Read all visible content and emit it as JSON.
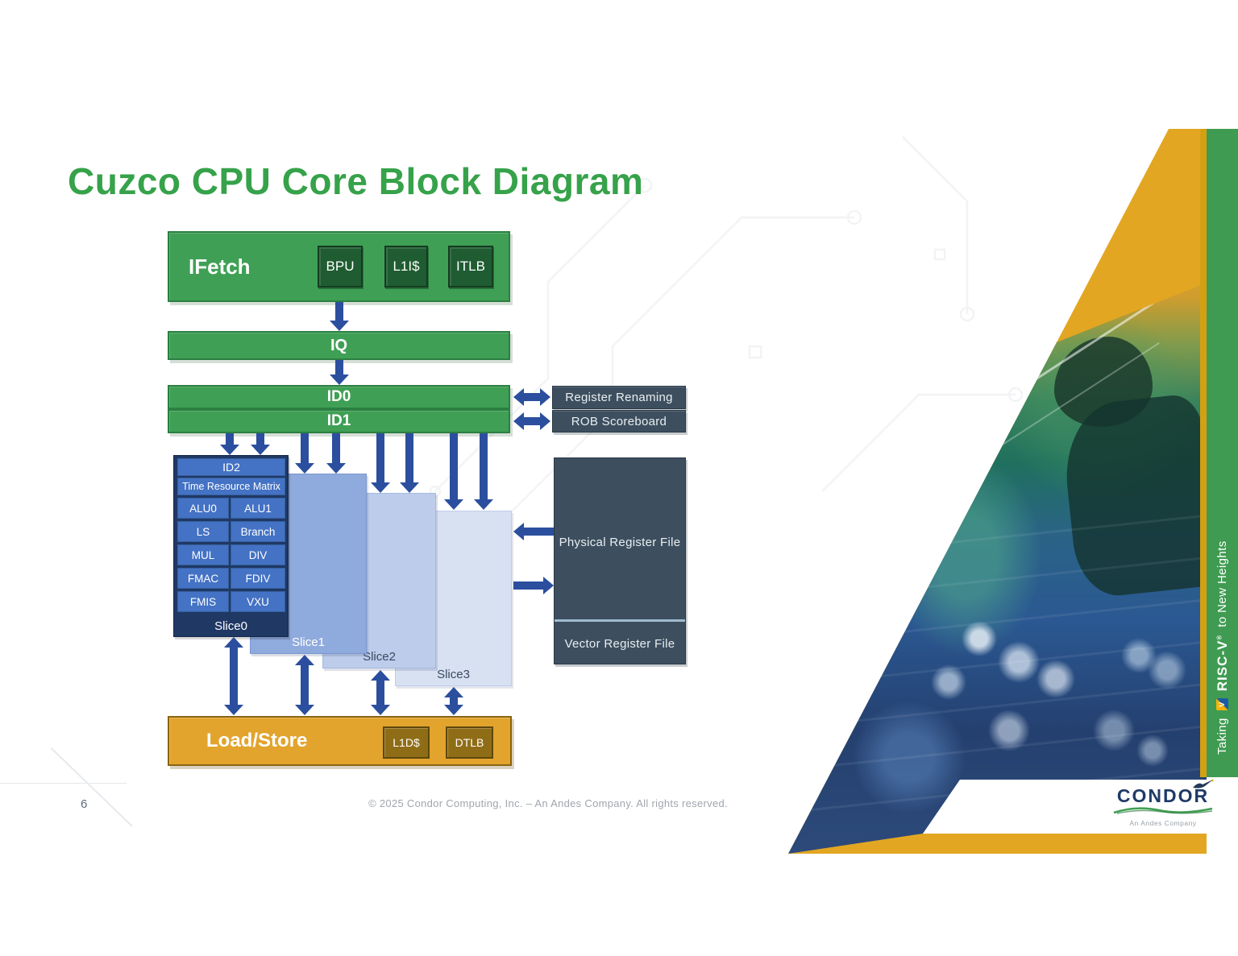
{
  "slide": {
    "title": "Cuzco CPU Core Block Diagram",
    "page_number": "6",
    "copyright": "© 2025 Condor Computing, Inc. – An Andes Company. All rights reserved."
  },
  "diagram": {
    "ifetch": {
      "label": "IFetch",
      "sub": [
        "BPU",
        "L1I$",
        "ITLB"
      ]
    },
    "iq": "IQ",
    "id0": "ID0",
    "id1": "ID1",
    "register_renaming": "Register Renaming",
    "rob_scoreboard": "ROB Scoreboard",
    "slice0": {
      "id2": "ID2",
      "trm": "Time Resource Matrix",
      "units": [
        [
          "ALU0",
          "ALU1"
        ],
        [
          "LS",
          "Branch"
        ],
        [
          "MUL",
          "DIV"
        ],
        [
          "FMAC",
          "FDIV"
        ],
        [
          "FMIS",
          "VXU"
        ]
      ],
      "label": "Slice0"
    },
    "slices": [
      "Slice1",
      "Slice2",
      "Slice3"
    ],
    "prf": "Physical Register File",
    "vrf": "Vector Register File",
    "loadstore": {
      "label": "Load/Store",
      "sub": [
        "L1D$",
        "DTLB"
      ]
    }
  },
  "sidebar": {
    "tagline_prefix": "Taking",
    "tagline_brand": "RISC-V",
    "tagline_reg": "®",
    "tagline_suffix": "to New Heights",
    "riscv_glyph": "V"
  },
  "logo": {
    "word_start": "COND",
    "word_o": "O",
    "word_end": "R",
    "tagline": "An Andes Company"
  },
  "icons": {
    "condor_bird": "condor-bird-icon",
    "riscv_logo": "riscv-logo-icon"
  },
  "colors": {
    "title_green": "#36A24A",
    "block_green": "#3FA055",
    "block_green_dark": "#1F5C31",
    "slate": "#3D4F5F",
    "navy": "#1F3864",
    "cell_blue": "#4472C4",
    "slice1": "#8FAADC",
    "slice2": "#BCCCEA",
    "slice3": "#D8E1F2",
    "arrow_blue": "#2B4F9E",
    "gold": "#E2A622",
    "loadstore_orange": "#E2A42D",
    "sidebar_green": "#3F9B51",
    "sidebar_stripe": "#D4A013"
  }
}
